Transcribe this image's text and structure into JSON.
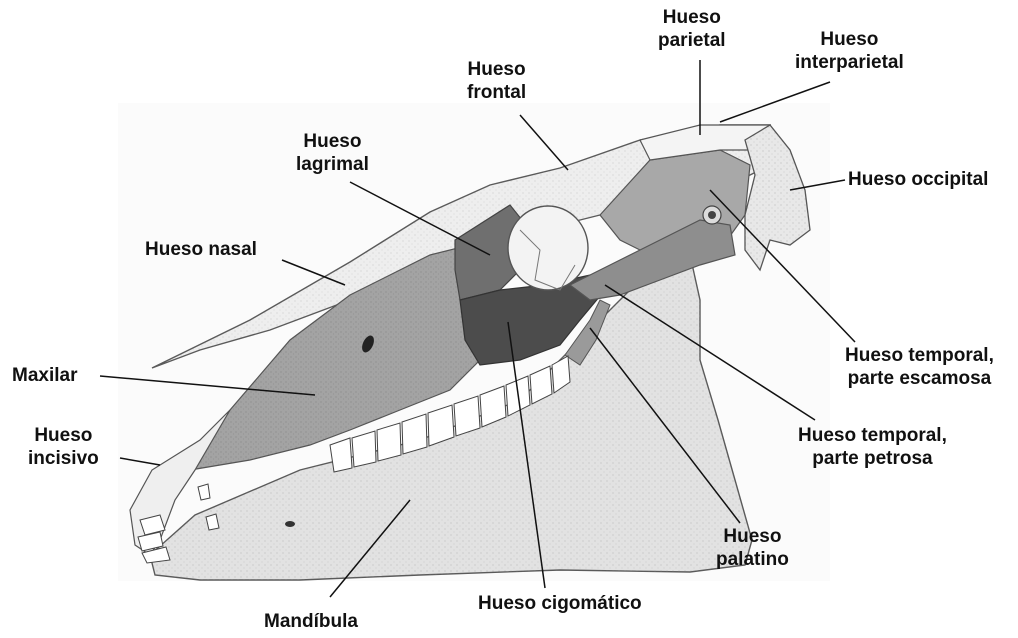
{
  "colors": {
    "background": "#ffffff",
    "bone_light": "#e4e4e4",
    "bone_lighter": "#f0f0f0",
    "bone_medium": "#a9a9a9",
    "bone_dark": "#6e6e6e",
    "bone_darkest": "#4a4a4a",
    "outline": "#555555",
    "leader_line": "#111111",
    "label_text": "#111111"
  },
  "labels": {
    "parietal": {
      "line1": "Hueso",
      "line2": "parietal"
    },
    "interparietal": {
      "line1": "Hueso",
      "line2": "interparietal"
    },
    "frontal": {
      "line1": "Hueso",
      "line2": "frontal"
    },
    "lagrimal": {
      "line1": "Hueso",
      "line2": "lagrimal"
    },
    "occipital": {
      "line1": "Hueso occipital"
    },
    "nasal": {
      "line1": "Hueso nasal"
    },
    "maxilar": {
      "line1": "Maxilar"
    },
    "temporal_escamosa": {
      "line1": "Hueso temporal,",
      "line2": "parte escamosa"
    },
    "temporal_petrosa": {
      "line1": "Hueso temporal,",
      "line2": "parte petrosa"
    },
    "incisivo": {
      "line1": "Hueso",
      "line2": "incisivo"
    },
    "palatino": {
      "line1": "Hueso",
      "line2": "palatino"
    },
    "cigomatico": {
      "line1": "Hueso cigomático"
    },
    "mandibula": {
      "line1": "Mandíbula"
    }
  }
}
